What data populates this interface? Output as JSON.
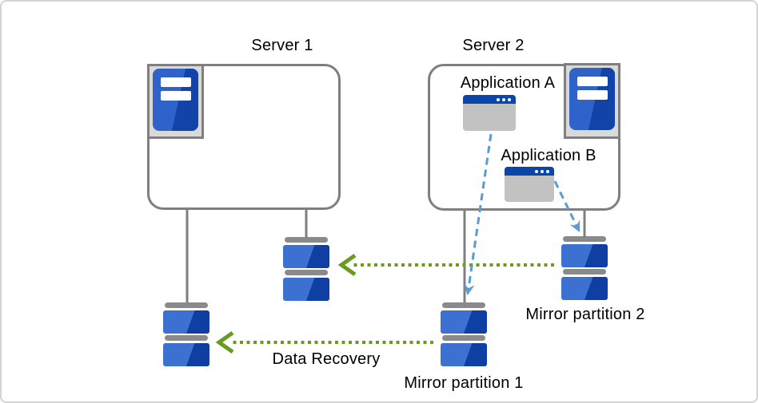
{
  "servers": {
    "server1": {
      "label": "Server 1"
    },
    "server2": {
      "label": "Server 2"
    }
  },
  "applications": {
    "app_a": {
      "label": "Application A"
    },
    "app_b": {
      "label": "Application B"
    }
  },
  "partitions": {
    "mirror1": {
      "label": "Mirror partition 1"
    },
    "mirror2": {
      "label": "Mirror partition 2"
    }
  },
  "annotations": {
    "data_recovery": {
      "label": "Data Recovery"
    }
  },
  "colors": {
    "outline_gray": "#7f7f7f",
    "icon_bg_gray": "#d9d9d9",
    "disk_gray": "#8a8a8a",
    "tower_blue_dark": "#1243a8",
    "tower_blue_light": "#2f63ca",
    "disk_blue_dark": "#0f3fa3",
    "disk_blue_light": "#3c70d1",
    "titlebar_blue": "#0b45a8",
    "window_body_gray": "#c2c2c2",
    "arrow_blue": "#5b9bd5",
    "arrow_green": "#689b1e"
  }
}
